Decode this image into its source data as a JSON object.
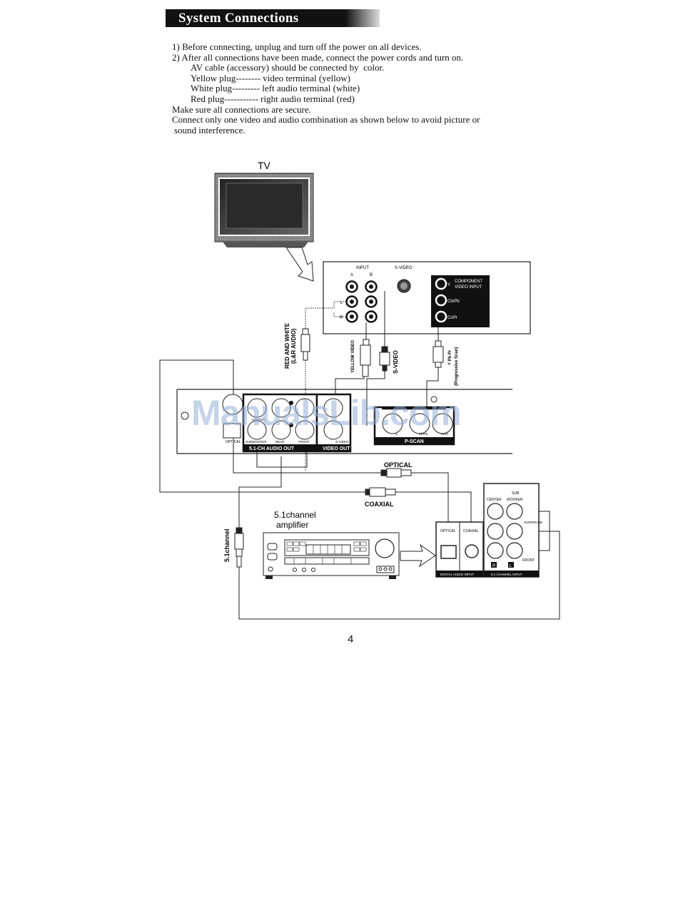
{
  "title": "System Connections",
  "instructions": [
    "1) Before connecting, unplug and turn off the power on all devices.",
    "2) After all connections have been made, connect the power cords and turn on.",
    "AV cable (accessory) should be connected by  color.",
    "Yellow plug-------- video terminal (yellow)",
    "White plug--------- left audio terminal (white)",
    "Red plug----------- right audio terminal (red)",
    "Make sure all connections are secure.",
    "Connect only one video and audio combination as shown below to avoid picture or",
    "sound interference."
  ],
  "diagram": {
    "tv_label": "TV",
    "tv_panel": {
      "input_label": "INPUT",
      "a_label": "A",
      "b_label": "B",
      "l_label": "L",
      "r_label": "R",
      "svideo_label": "S-VIDEO",
      "component_line1": "COMPONENT",
      "component_line2": "VIDEO INPUT",
      "y_label": "Y",
      "cb_label": "Cb/Pb",
      "cr_label": "Cr/Pr"
    },
    "cable_labels": {
      "red_white_1": "RED AND WHITE",
      "red_white_2": "(L&R AUDIO)",
      "yellow_video": "YELLOW VIDEO",
      "svideo": "S-VIDEO",
      "ypbpr_1": "Y Pb Pr",
      "ypbpr_2": "(Progressive Scan)",
      "optical": "OPTICAL",
      "coaxial": "COAXIAL",
      "channel51": "5.1channel"
    },
    "player_panel": {
      "optical_label": "OPTICAL",
      "audio_out_label": "5.1-CH AUDIO OUT",
      "video_out_label": "VIDEO OUT",
      "pscan_label": "P-SCAN",
      "subwoofer_label": "SUBWOOFER",
      "rear_label": "REAR",
      "front_label": "FRONT",
      "center_label": "CENTER",
      "svideo_label": "S-VIDEO",
      "y_label": "Y",
      "cb_label": "Cb/Pb",
      "cr_label": "Cr/Pr"
    },
    "amplifier_label_1": "5.1channel",
    "amplifier_label_2": "amplifier",
    "amp_panel": {
      "optical_label": "OPTICAL",
      "coaxial_label": "COAXIAL",
      "digital_label": "DIGITAL AUDIO INPUT",
      "sub_label_1": "SUB",
      "center_label": "CENTER",
      "woofer_label": "WOOFER",
      "surround_label": "SURROUND",
      "front_label": "FRONT",
      "r_label": "R",
      "l_label": "L",
      "channel_input_label": "5.1 CHANNEL INPUT"
    }
  },
  "page_number": "4",
  "watermark": "ManualsLib.com"
}
